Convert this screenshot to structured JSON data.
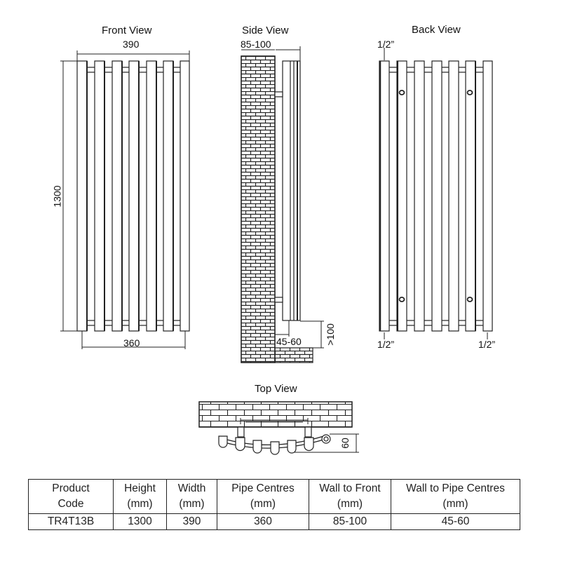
{
  "views": {
    "front": {
      "title": "Front View",
      "width_label": "390",
      "height_label": "1300",
      "pipe_centres_label": "360"
    },
    "side": {
      "title": "Side View",
      "wall_to_front_label": "85-100",
      "wall_to_pipe_label": "45-60",
      "floor_clearance_label": ">100"
    },
    "back": {
      "title": "Back View",
      "inlet_top_left_label": "1/2”",
      "inlet_bottom_left_label": "1/2”",
      "inlet_bottom_right_label": "1/2”"
    },
    "top": {
      "title": "Top View",
      "depth_label": "60"
    }
  },
  "spec_table": {
    "headers": [
      {
        "line1": "Product",
        "line2": "Code"
      },
      {
        "line1": "Height",
        "line2": "(mm)"
      },
      {
        "line1": "Width",
        "line2": "(mm)"
      },
      {
        "line1": "Pipe Centres",
        "line2": "(mm)"
      },
      {
        "line1": "Wall to Front",
        "line2": "(mm)"
      },
      {
        "line1": "Wall to Pipe Centres",
        "line2": "(mm)"
      }
    ],
    "rows": [
      [
        "TR4T13B",
        "1300",
        "390",
        "360",
        "85-100",
        "45-60"
      ]
    ]
  }
}
